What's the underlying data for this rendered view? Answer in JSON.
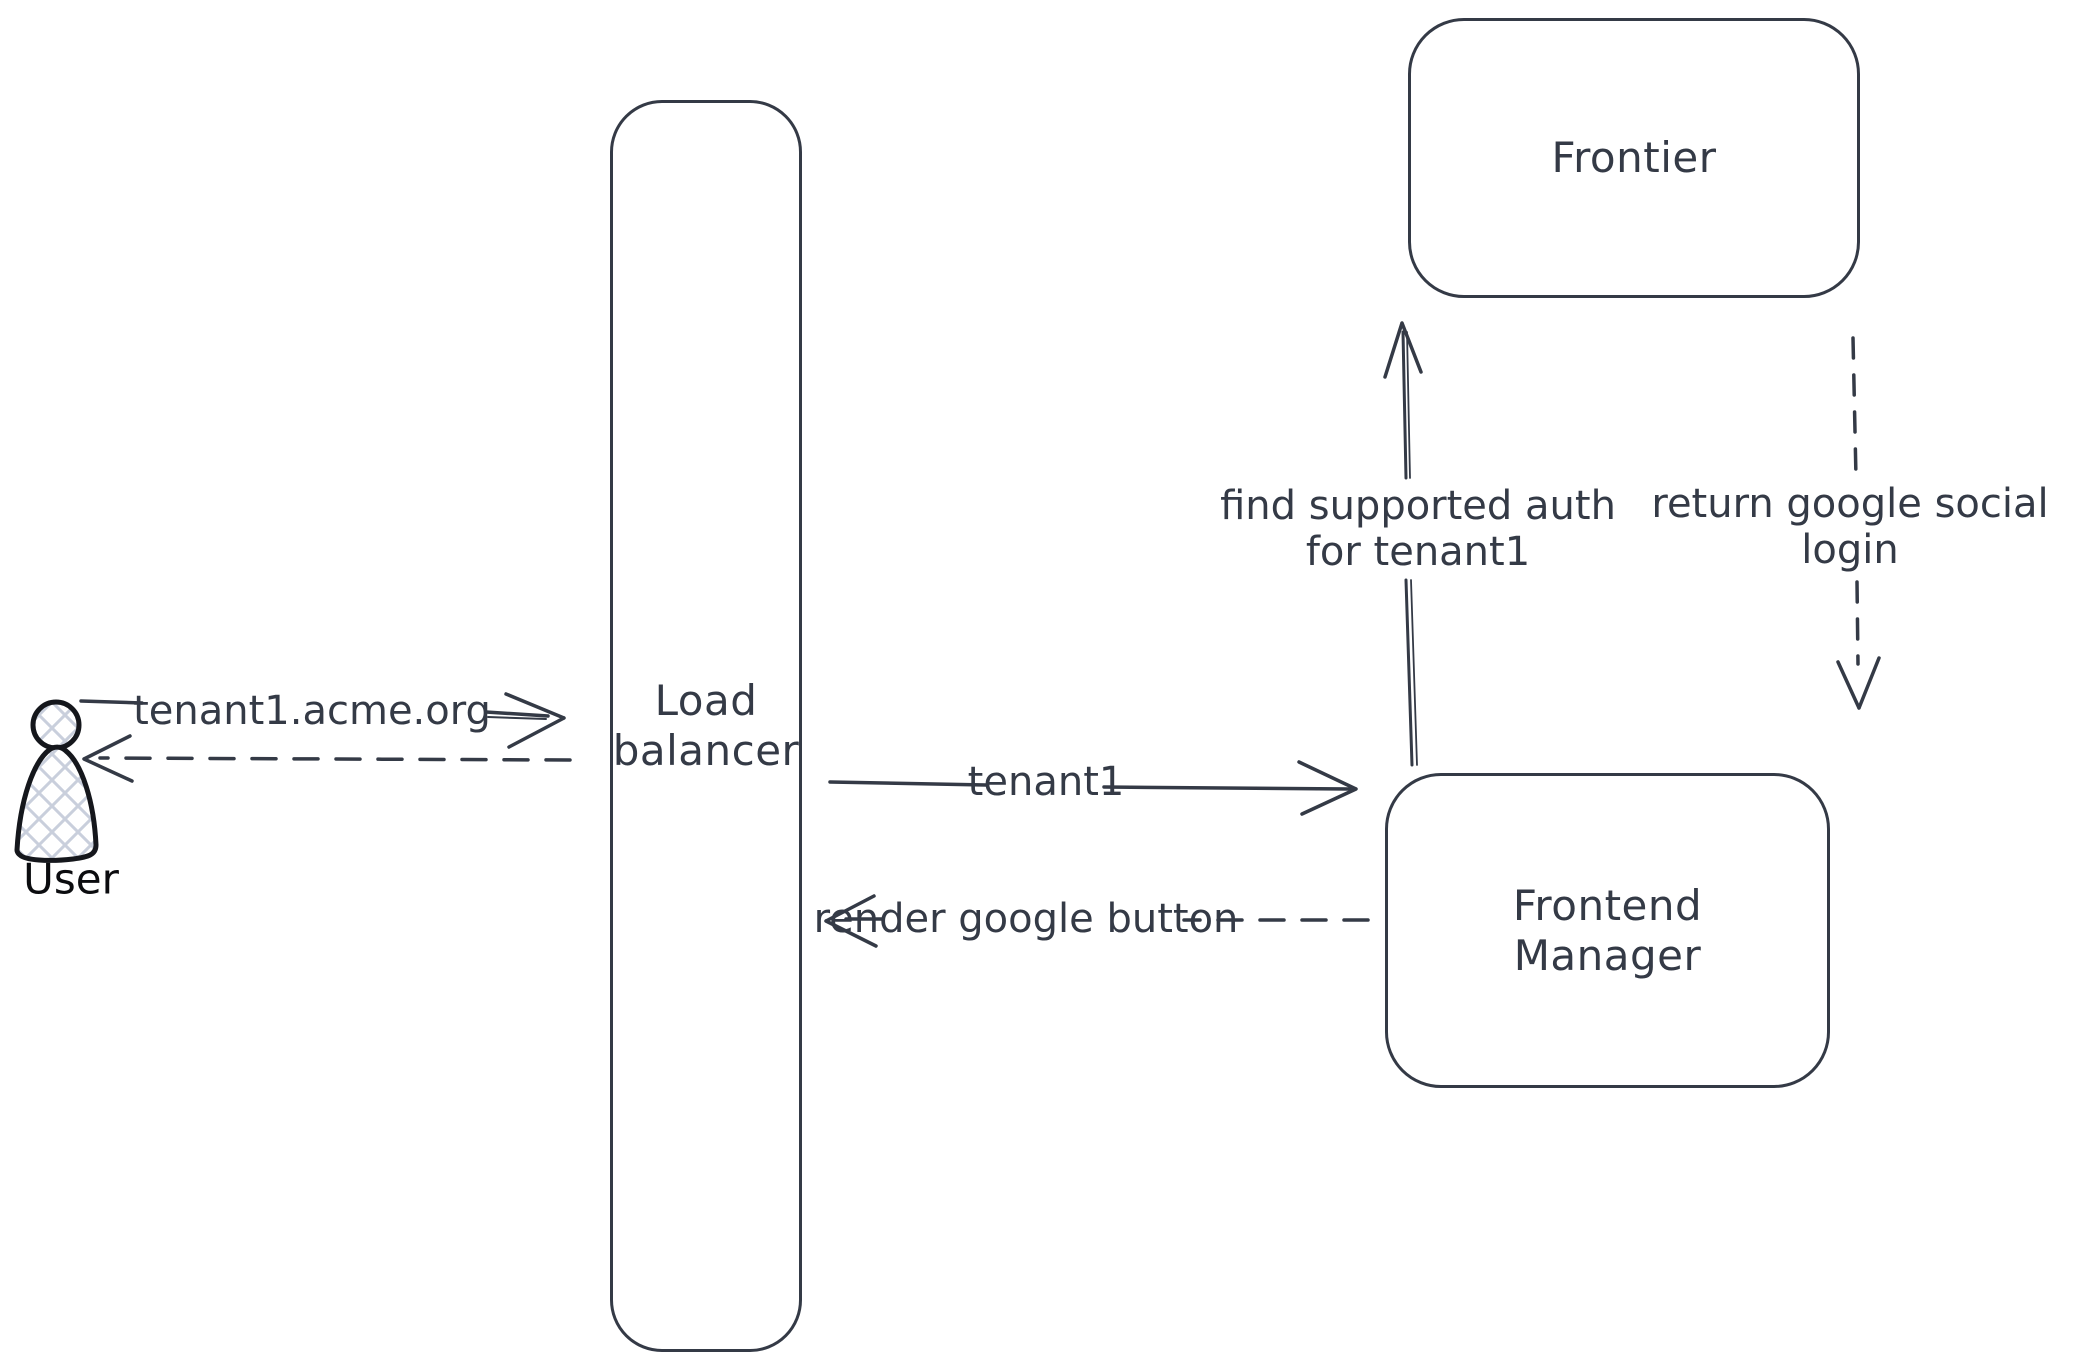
{
  "canvas": {
    "background": "#ffffff",
    "stroke_color": "#343a46",
    "figure_stroke_color": "#15171c",
    "hatch_color": "#c9cfdc"
  },
  "nodes": {
    "user": {
      "label": "User"
    },
    "load_balancer": {
      "line1": "Load",
      "line2": "balancer"
    },
    "frontier": {
      "label": "Frontier"
    },
    "frontend_manager": {
      "line1": "Frontend",
      "line2": "Manager"
    }
  },
  "edges": {
    "user_to_load_balancer": {
      "label": "tenant1.acme.org",
      "style": "solid",
      "from": "User",
      "to": "Load balancer"
    },
    "load_balancer_to_user": {
      "label": "",
      "style": "dashed",
      "from": "Load balancer",
      "to": "User"
    },
    "load_balancer_to_frontend_manager": {
      "label": "tenant1",
      "style": "solid",
      "from": "Load balancer",
      "to": "Frontend Manager"
    },
    "frontend_manager_to_load_balancer": {
      "label": "render google button",
      "style": "dashed",
      "from": "Frontend Manager",
      "to": "Load balancer"
    },
    "frontend_manager_to_frontier": {
      "line1": "find supported auth",
      "line2": "for tenant1",
      "style": "solid",
      "from": "Frontend Manager",
      "to": "Frontier"
    },
    "frontier_to_frontend_manager": {
      "line1": "return google social",
      "line2": "login",
      "style": "dashed",
      "from": "Frontier",
      "to": "Frontend Manager"
    }
  }
}
